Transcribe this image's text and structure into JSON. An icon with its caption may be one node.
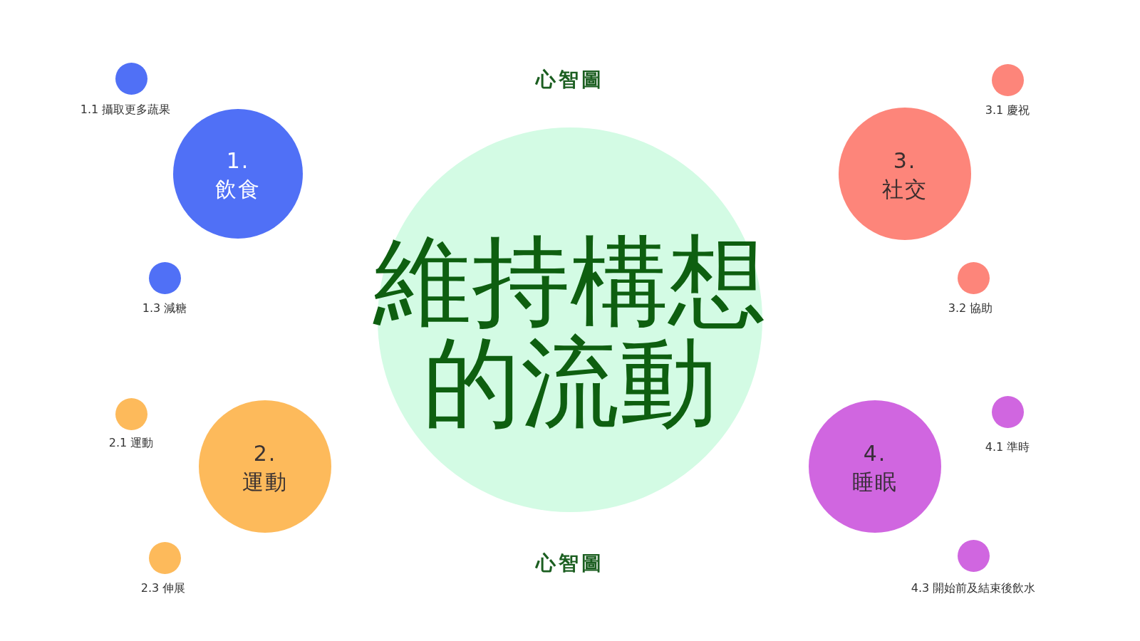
{
  "diagram": {
    "nodes": [
      {
        "text": [
          "維持構想的流動"
        ]
      },
      {
        "text": [
          "1.",
          "飲食"
        ]
      },
      {
        "text": [],
        "shape": "circle",
        "beside": [
          "1.1 攝取更多蔬果"
        ]
      },
      {
        "text": [],
        "shape": "circle",
        "beside": [
          "1.3 減糖"
        ]
      },
      {
        "text": [
          "2.",
          "運動"
        ]
      },
      {
        "text": [],
        "shape": "circle",
        "beside": [
          "2.1 運動"
        ]
      },
      {
        "text": [],
        "shape": "circle",
        "beside": [
          "2.3 伸展"
        ]
      },
      {
        "text": [
          "3.",
          "社交"
        ]
      },
      {
        "text": [],
        "shape": "circle",
        "beside": [
          "3.1 慶祝"
        ]
      },
      {
        "text": [],
        "shape": "circle",
        "beside": [
          "3.2 協助"
        ]
      },
      {
        "text": [
          "4.",
          "睡眠"
        ]
      },
      {
        "text": [],
        "shape": "circle",
        "beside": [
          "4.1 準時"
        ]
      },
      {
        "text": [],
        "shape": "circle",
        "beside": [
          "4.3 開始前及結束後飲水"
        ]
      }
    ],
    "labels": [
      "心智圖",
      "心智圖"
    ]
  }
}
